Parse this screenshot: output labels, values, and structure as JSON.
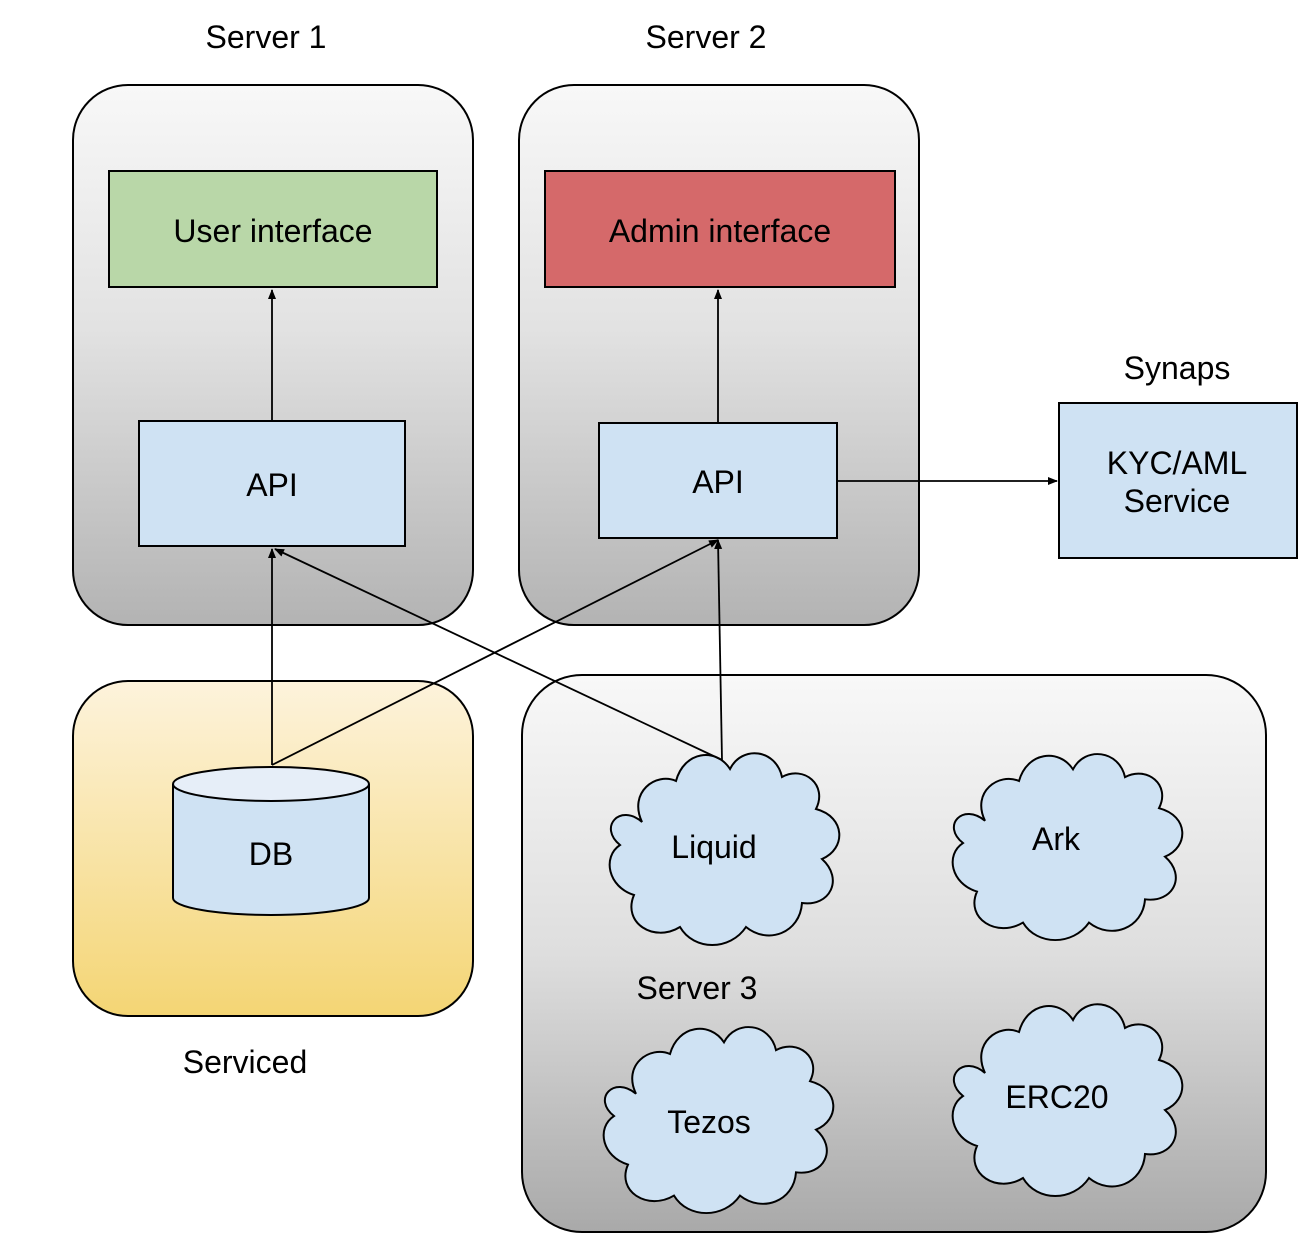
{
  "groups": {
    "server1": {
      "label": "Server 1"
    },
    "server2": {
      "label": "Server 2"
    },
    "serviced": {
      "label": "Serviced"
    },
    "server3": {
      "label": "Server 3"
    },
    "synaps": {
      "label": "Synaps"
    }
  },
  "nodes": {
    "user_interface": {
      "label": "User interface",
      "color": "#b9d7a8"
    },
    "admin_interface": {
      "label": "Admin interface",
      "color": "#d5696a"
    },
    "api1": {
      "label": "API",
      "color": "#cfe2f3"
    },
    "api2": {
      "label": "API",
      "color": "#cfe2f3"
    },
    "kyc": {
      "label_line1": "KYC/AML",
      "label_line2": "Service",
      "color": "#cfe2f3"
    },
    "db": {
      "label": "DB",
      "color": "#cfe2f3"
    },
    "liquid": {
      "label": "Liquid",
      "color": "#cfe2f3"
    },
    "ark": {
      "label": "Ark",
      "color": "#cfe2f3"
    },
    "tezos": {
      "label": "Tezos",
      "color": "#cfe2f3"
    },
    "erc20": {
      "label": "ERC20",
      "color": "#cfe2f3"
    }
  },
  "edges": [
    {
      "from": "api1",
      "to": "user_interface"
    },
    {
      "from": "api2",
      "to": "admin_interface"
    },
    {
      "from": "api2",
      "to": "kyc"
    },
    {
      "from": "db",
      "to": "api1"
    },
    {
      "from": "db",
      "to": "api2"
    },
    {
      "from": "liquid",
      "to": "api1"
    },
    {
      "from": "liquid",
      "to": "api2"
    }
  ]
}
